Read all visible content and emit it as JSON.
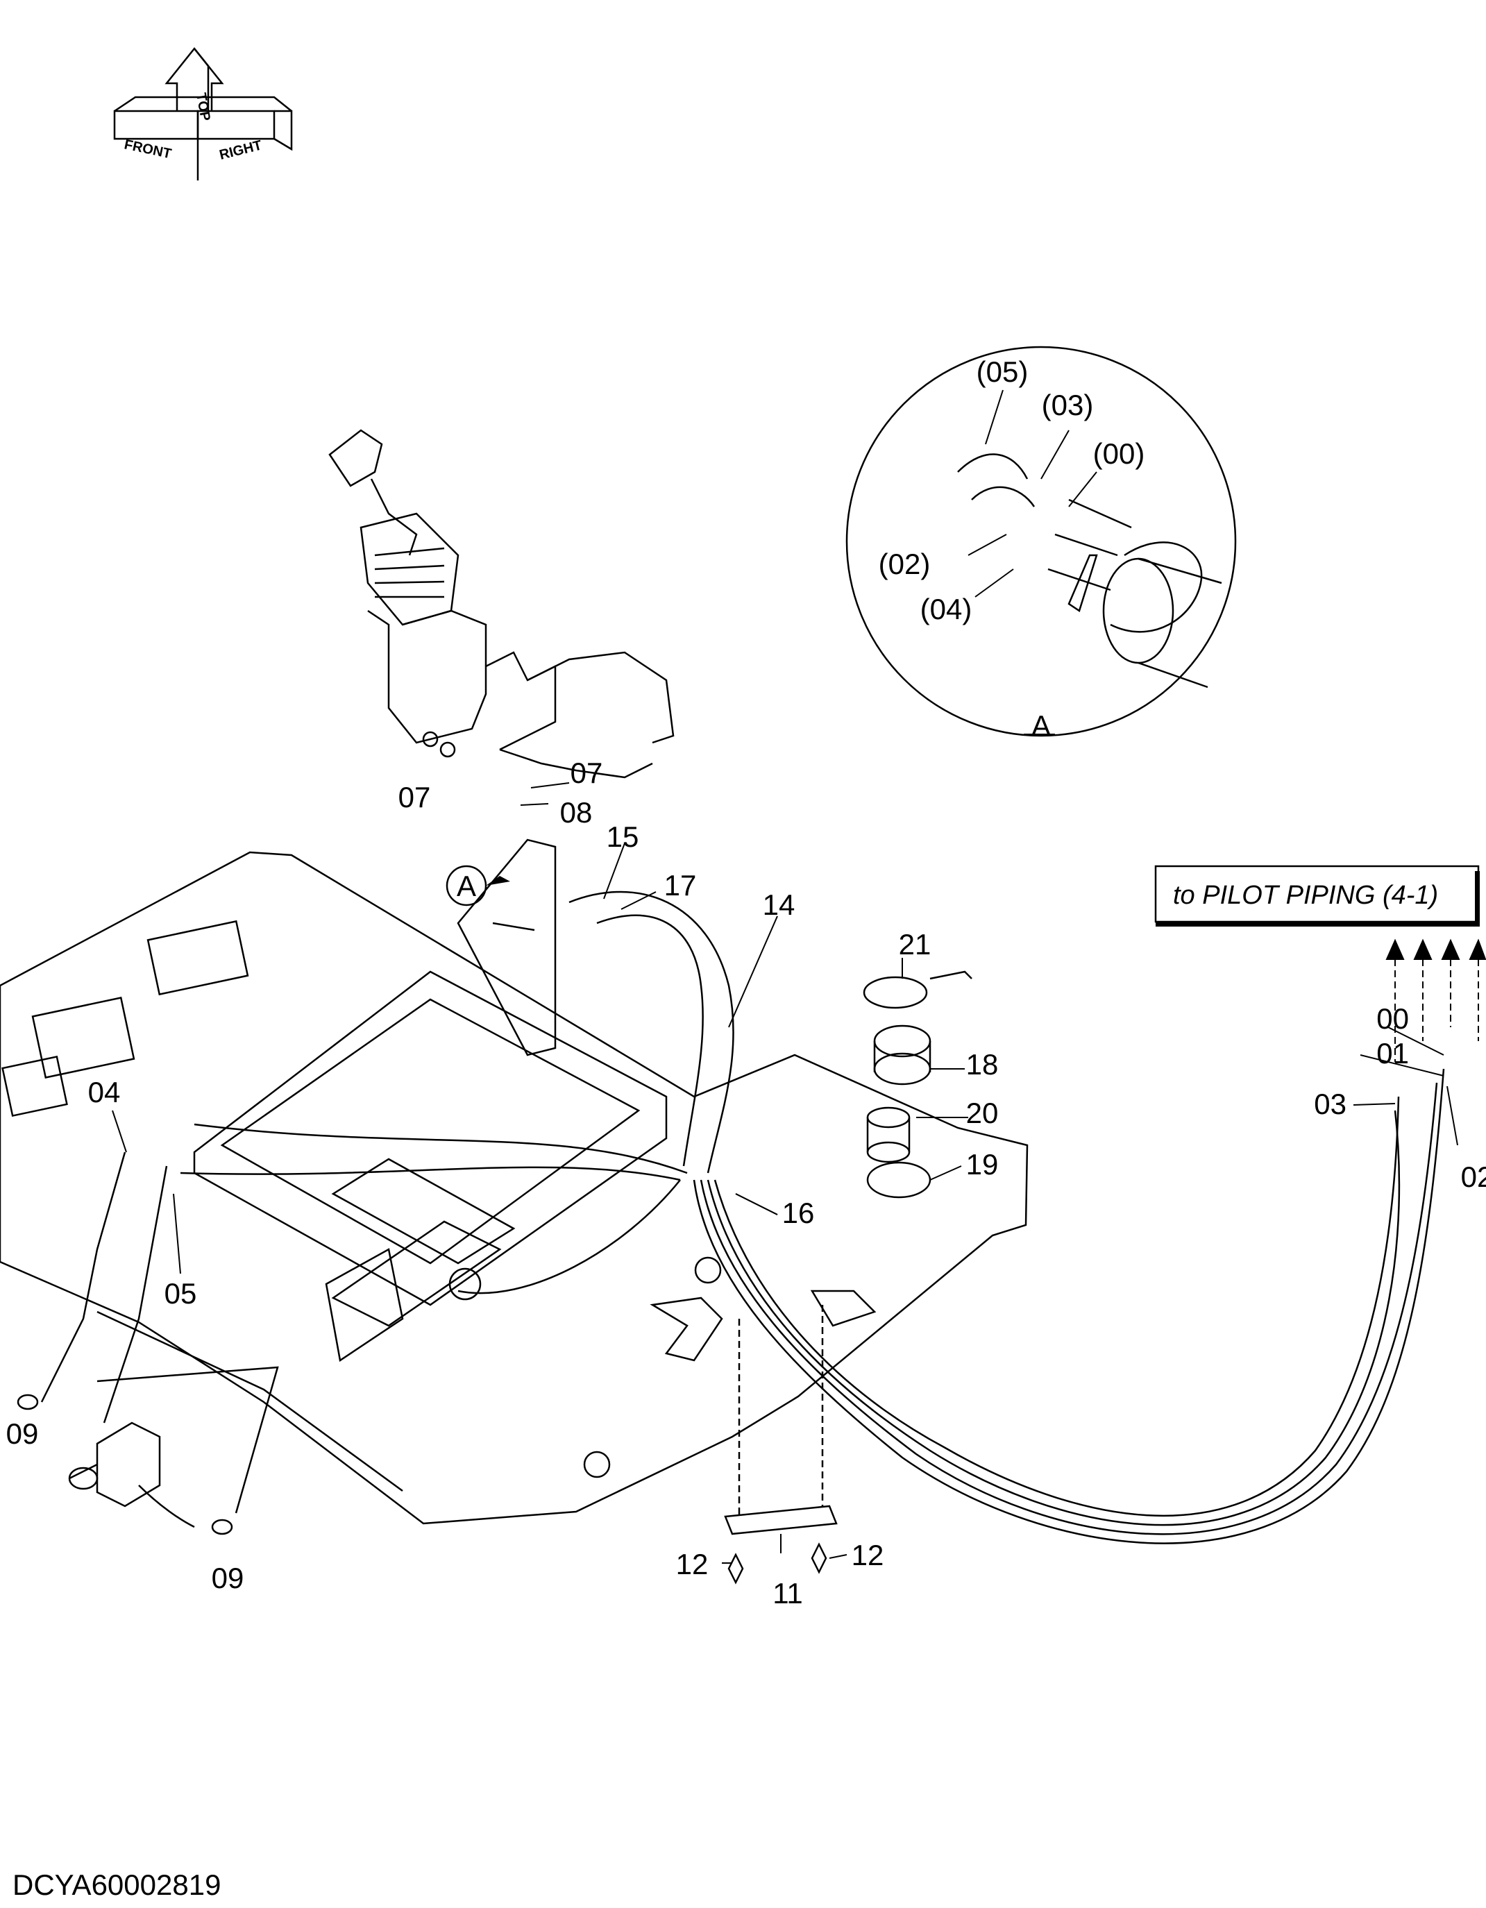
{
  "orientation": {
    "front": "FRONT",
    "top": "TOP",
    "right": "RIGHT"
  },
  "detail": {
    "label": "A",
    "callout_marker": "A",
    "parts": [
      "(05)",
      "(03)",
      "(00)",
      "(02)",
      "(04)"
    ]
  },
  "reference_box": "to PILOT PIPING (4-1)",
  "part_labels": {
    "p00": "00",
    "p01": "01",
    "p02": "02",
    "p03": "03",
    "p04": "04",
    "p05": "05",
    "p07a": "07",
    "p07b": "07",
    "p08": "08",
    "p09a": "09",
    "p09b": "09",
    "p11": "11",
    "p12a": "12",
    "p12b": "12",
    "p14": "14",
    "p15": "15",
    "p16": "16",
    "p17": "17",
    "p18": "18",
    "p19": "19",
    "p20": "20",
    "p21": "21"
  },
  "drawing_number": "DCYA60002819"
}
